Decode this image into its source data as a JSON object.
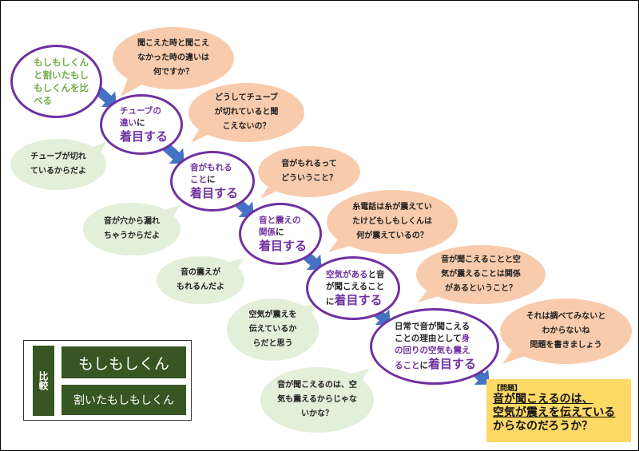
{
  "steps": [
    {
      "lines": [
        [
          "もしもしくん"
        ],
        [
          "と割いたもし"
        ],
        [
          "もしくんを比"
        ],
        [
          "べる"
        ]
      ]
    },
    {
      "l1": "チューブの",
      "l2p": "違い",
      "l2b": "に",
      "focus": "着目する"
    },
    {
      "l1": "音がもれる",
      "l2p": "こと",
      "l2b": "に",
      "focus": "着目する"
    },
    {
      "l1": "音と震えの",
      "l2p": "関係",
      "l2b": "に",
      "focus": "着目する"
    },
    {
      "l1p": "空気がある",
      "l1b": "と音",
      "l2": "が聞こえること",
      "l3": "に",
      "focus": "着目する"
    },
    {
      "l1": "日常で音が聞こえる",
      "l2b": "ことの理由として",
      "l2p": "身",
      "l3": "の回りの空気も震え",
      "l4p": "ること",
      "l4b": "に",
      "focus": "着目する"
    }
  ],
  "questions": [
    [
      "聞こえた時と聞こえ",
      "なかった時の違いは",
      "何ですか？"
    ],
    [
      "どうしてチューブ",
      "が切れていると聞",
      "こえないの？"
    ],
    [
      "音がもれるって",
      "どういうこと？"
    ],
    [
      "糸電話は糸が震えてい",
      "たけどもしもしくんは",
      "何が震えているの？"
    ],
    [
      "音が聞こえることと空",
      "気が震えることは関係",
      "があるということ？"
    ],
    [
      "それは調べてみないと",
      "わからないね",
      "問題を書きましょう"
    ]
  ],
  "answers": [
    [
      "チューブが切れ",
      "ているからだよ"
    ],
    [
      "音が穴から漏れ",
      "ちゃうからだよ"
    ],
    [
      "音の震えが",
      "もれるんだよ"
    ],
    [
      "空気が震えを",
      "伝えているか",
      "らだと思う"
    ],
    [
      "音が聞こえるのは、空",
      "気も震えるからじゃな",
      "いかな？"
    ]
  ],
  "legend": {
    "side": "比較",
    "top": "もしもしくん",
    "bottom": "割いたもしもしくん"
  },
  "problem": {
    "label": "【問題】",
    "line1": "音が聞こえるのは、",
    "line2": "空気が震えを伝えている",
    "line3": "からなのだろうか？"
  },
  "colors": {
    "purple": "#7030a0",
    "orange": "#f8cbad",
    "green": "#e2efd9",
    "arrow": "#4472c4",
    "legend": "#375623",
    "problem": "#ffd966"
  }
}
